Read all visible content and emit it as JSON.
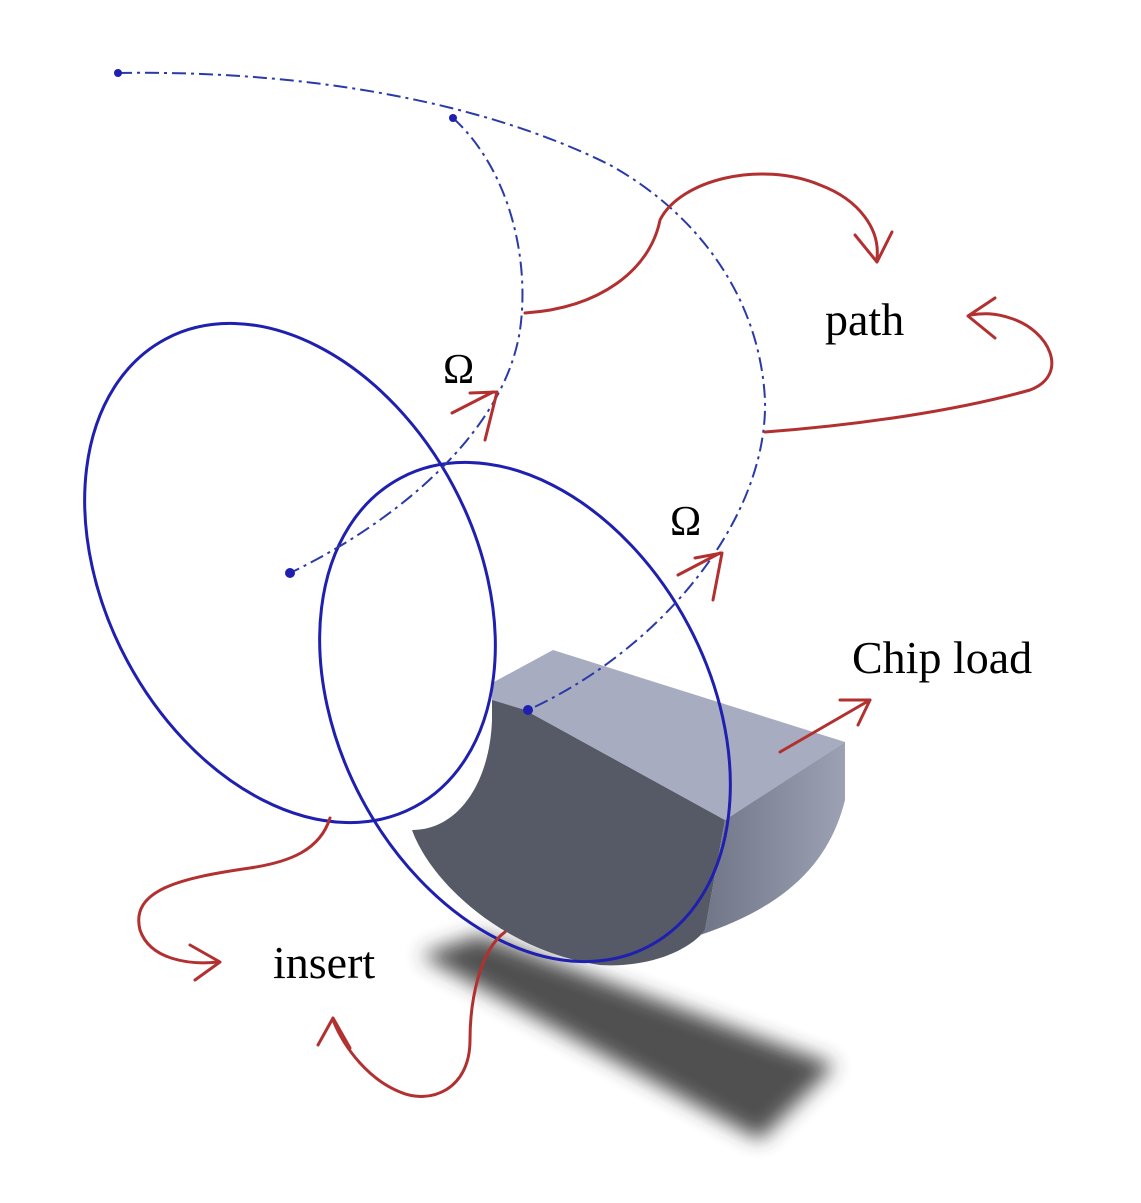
{
  "labels": {
    "path": "path",
    "omega_upper": "Ω",
    "omega_lower": "Ω",
    "chip_load": "Chip load",
    "insert": "insert"
  },
  "colors": {
    "background": "#ffffff",
    "tool_circle": "#1f1fb0",
    "toolpath": "#2a3aa8",
    "annotation_arrow": "#b23030",
    "insert_top": "#a7acc0",
    "insert_front": "#565a66",
    "insert_side": "#7d8296",
    "shadow": "#333333",
    "text": "#000000"
  }
}
